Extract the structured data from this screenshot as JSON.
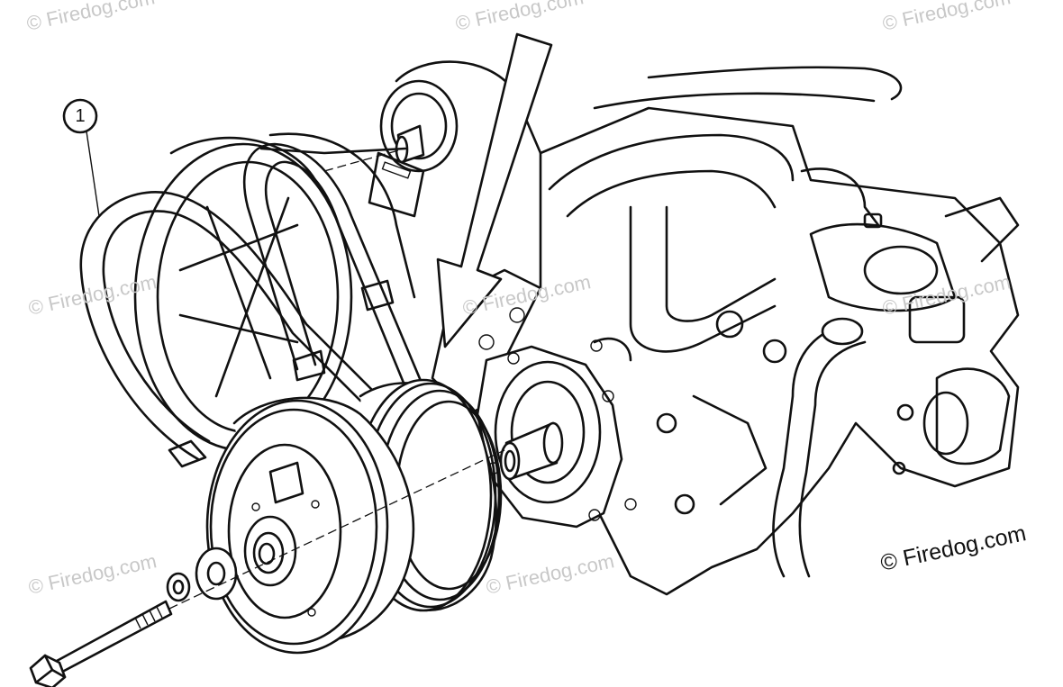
{
  "watermark": {
    "text": "© Firedog.com"
  },
  "copyright": {
    "text": "© Firedog.com"
  },
  "callouts": [
    {
      "number": "1"
    }
  ]
}
